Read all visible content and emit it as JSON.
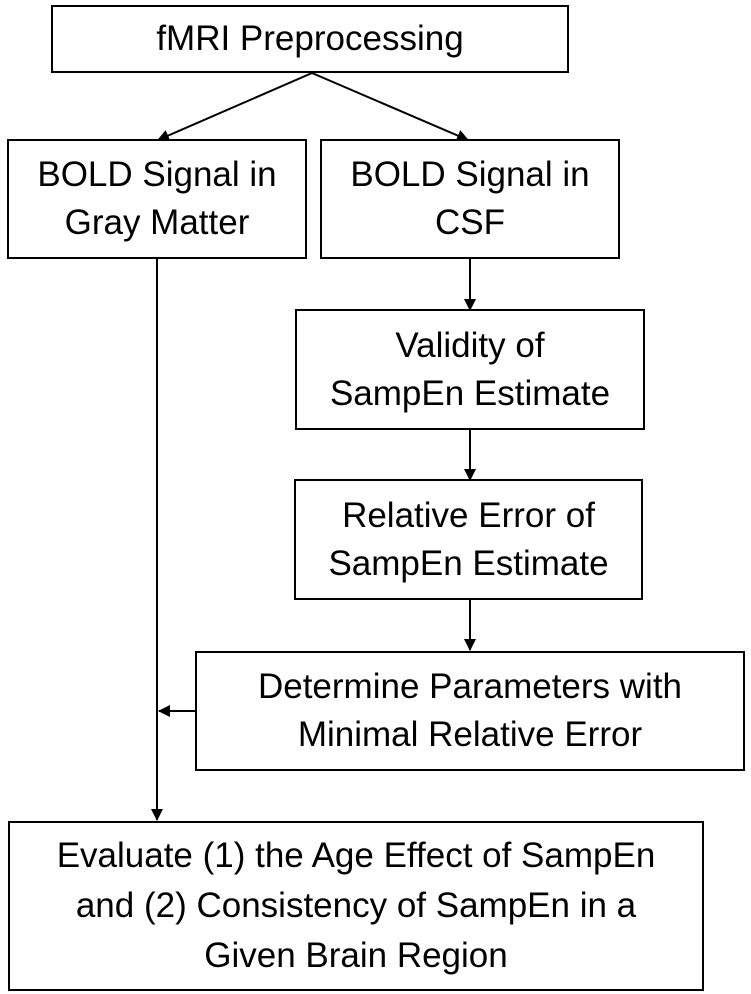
{
  "diagram": {
    "nodes": {
      "preprocessing": {
        "lines": [
          "fMRI Preprocessing"
        ]
      },
      "gray_matter": {
        "lines": [
          "BOLD Signal in",
          "Gray Matter"
        ]
      },
      "csf": {
        "lines": [
          "BOLD Signal in",
          "CSF"
        ]
      },
      "validity": {
        "lines": [
          "Validity of",
          "SampEn Estimate"
        ]
      },
      "relative_error": {
        "lines": [
          "Relative Error of",
          "SampEn Estimate"
        ]
      },
      "determine": {
        "lines": [
          "Determine Parameters with",
          "Minimal Relative Error"
        ]
      },
      "evaluate": {
        "lines": [
          "Evaluate (1) the Age Effect of SampEn",
          "and (2) Consistency of SampEn in a",
          "Given Brain Region"
        ]
      }
    },
    "edges": [
      {
        "from": "preprocessing",
        "to": "gray_matter"
      },
      {
        "from": "preprocessing",
        "to": "csf"
      },
      {
        "from": "csf",
        "to": "validity"
      },
      {
        "from": "validity",
        "to": "relative_error"
      },
      {
        "from": "relative_error",
        "to": "determine"
      },
      {
        "from": "determine",
        "to": "gray_matter_line"
      },
      {
        "from": "gray_matter",
        "to": "evaluate"
      }
    ],
    "colors": {
      "stroke": "#000000",
      "fill": "#ffffff",
      "text": "#000000"
    }
  }
}
